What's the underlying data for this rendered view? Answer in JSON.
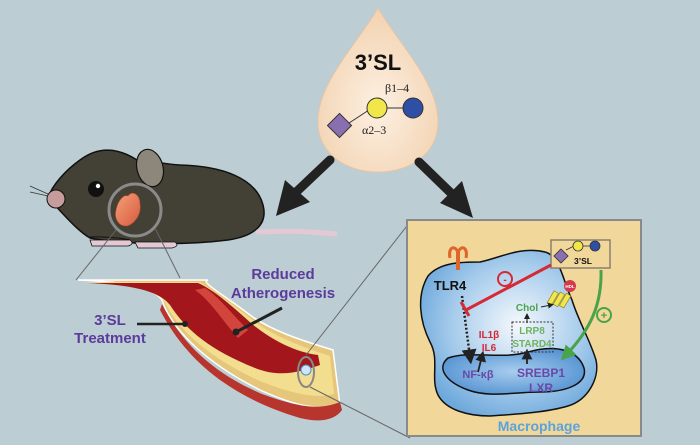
{
  "drop": {
    "title": "3’SL",
    "beta_link": "β1–4",
    "alpha_link": "α2–3"
  },
  "artery": {
    "treatment_label_1": "3’SL",
    "treatment_label_2": "Treatment",
    "reduced_label_1": "Reduced",
    "reduced_label_2": "Atherogenesis"
  },
  "macrophage_panel": {
    "receptor": "TLR4",
    "inhibit_sign": "-",
    "promote_sign": "+",
    "molecule_label": "3’SL",
    "cytokine_1": "IL1β",
    "cytokine_2": "IL6",
    "chol": "Chol",
    "hdl": "HDL",
    "gene_1": "LRP8",
    "gene_2": "STARD4",
    "nfkb": "NF-κβ",
    "tf_1": "SREBP1",
    "tf_2": "LXR",
    "caption": "Macrophage"
  },
  "colors": {
    "background": "#bccdd3",
    "drop": "#f6dcc0",
    "galactose": "#f1e64a",
    "glucose": "#2f4fa5",
    "sialic": "#8a6fb0",
    "label_purple": "#5b3b9b",
    "inhibit_red": "#d42a36",
    "promote_green": "#4aa34a",
    "panel": "#f1d79a",
    "macrophage_caption": "#5aa3dc"
  }
}
